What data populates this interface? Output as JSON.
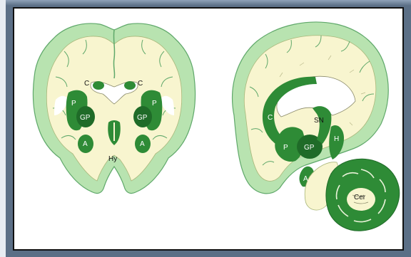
{
  "labels": {
    "coronal": {
      "caudate_left": "C",
      "caudate_right": "C",
      "putamen_left": "P",
      "putamen_right": "P",
      "globus_pallidus_left": "GP",
      "globus_pallidus_right": "GP",
      "amygdala_left": "A",
      "amygdala_right": "A",
      "hypothalamus": "Hy"
    },
    "sagittal": {
      "caudate": "C",
      "putamen": "P",
      "globus_pallidus": "GP",
      "substantia_nigra": "SN",
      "hippocampus": "H",
      "amygdala": "A",
      "cerebellum": "Cer"
    }
  },
  "colors": {
    "background": "#5b6f86",
    "panel": "#ffffff",
    "cortex": "#b8e3b0",
    "white_matter": "#f8f5cf",
    "nucleus": "#2e8b36",
    "nucleus_dark": "#1f6b28",
    "label_on_dark": "#ffffff",
    "label_on_light": "#111111"
  }
}
